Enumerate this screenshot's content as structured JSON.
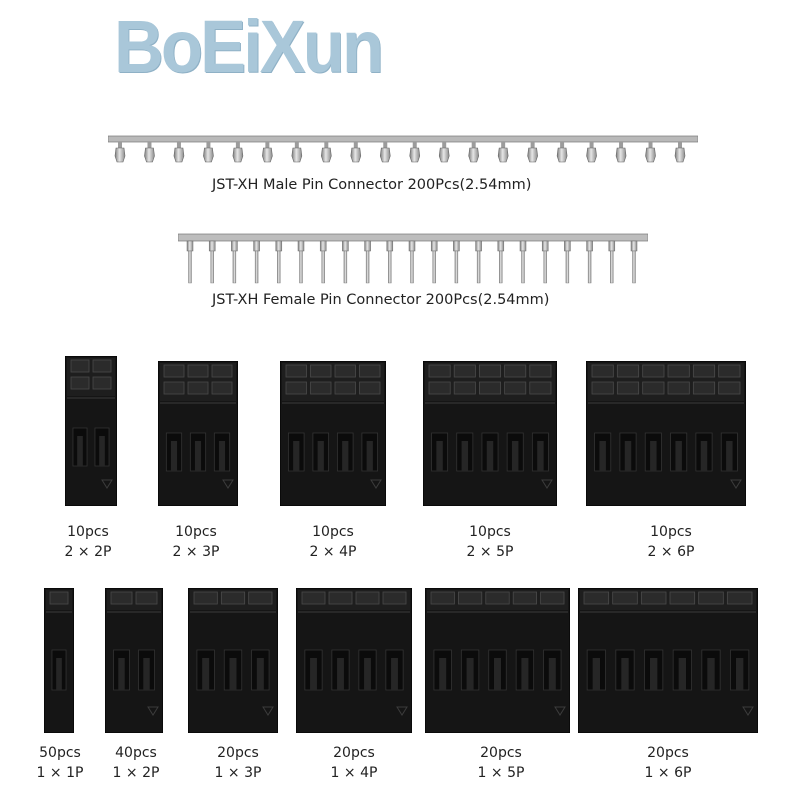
{
  "brand": {
    "name": "BoEiXun",
    "color": "#a9c7d9"
  },
  "strips": [
    {
      "label": "JST-XH Male Pin Connector 200Pcs(2.54mm)",
      "pins": 20
    },
    {
      "label": "JST-XH Female Pin Connector 200Pcs(2.54mm)",
      "pins": 21
    }
  ],
  "housings_row1": [
    {
      "qty": "10pcs",
      "size": "2 × 2P",
      "rows": 2,
      "pins": 2
    },
    {
      "qty": "10pcs",
      "size": "2 × 3P",
      "rows": 2,
      "pins": 3
    },
    {
      "qty": "10pcs",
      "size": "2 × 4P",
      "rows": 2,
      "pins": 4
    },
    {
      "qty": "10pcs",
      "size": "2 × 5P",
      "rows": 2,
      "pins": 5
    },
    {
      "qty": "10pcs",
      "size": "2 × 6P",
      "rows": 2,
      "pins": 6
    }
  ],
  "housings_row2": [
    {
      "qty": "50pcs",
      "size": "1 × 1P",
      "rows": 1,
      "pins": 1
    },
    {
      "qty": "40pcs",
      "size": "1 × 2P",
      "rows": 1,
      "pins": 2
    },
    {
      "qty": "20pcs",
      "size": "1 × 3P",
      "rows": 1,
      "pins": 3
    },
    {
      "qty": "20pcs",
      "size": "1 × 4P",
      "rows": 1,
      "pins": 4
    },
    {
      "qty": "20pcs",
      "size": "1 × 5P",
      "rows": 1,
      "pins": 5
    },
    {
      "qty": "20pcs",
      "size": "1 × 6P",
      "rows": 1,
      "pins": 6
    }
  ]
}
